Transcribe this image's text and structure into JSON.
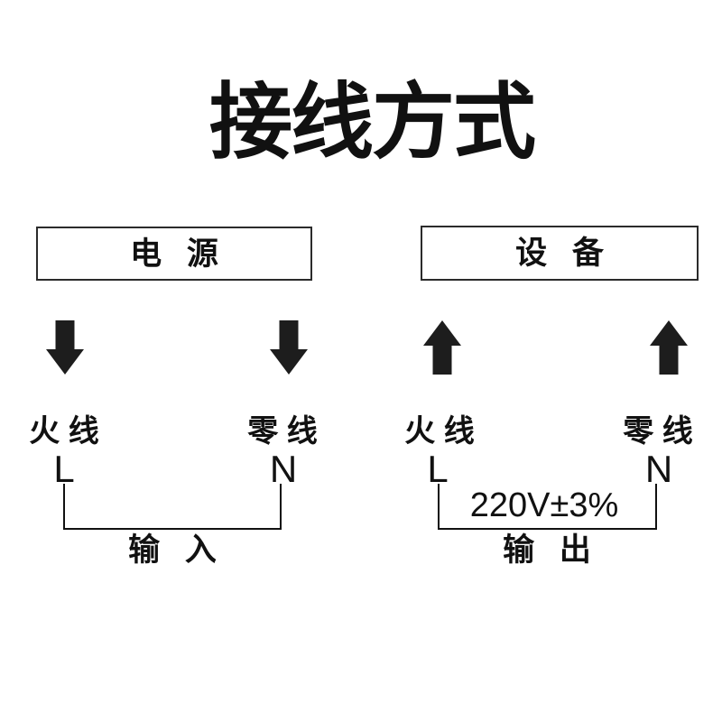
{
  "title": "接线方式",
  "colors": {
    "ink": "#111111",
    "arrow": "#1d1d1d",
    "box_border": "#2b2b2b",
    "background": "#ffffff"
  },
  "source_panel": {
    "box_label": "电 源",
    "arrow_direction": "down",
    "columns": [
      {
        "wire_label": "火 线",
        "terminal": "L"
      },
      {
        "wire_label": "零 线",
        "terminal": "N"
      }
    ],
    "bracket_label": "输 入"
  },
  "device_panel": {
    "box_label": "设 备",
    "arrow_direction": "up",
    "columns": [
      {
        "wire_label": "火 线",
        "terminal": "L"
      },
      {
        "wire_label": "零 线",
        "terminal": "N"
      }
    ],
    "voltage_note": "220V±3%",
    "bracket_label": "输 出"
  }
}
